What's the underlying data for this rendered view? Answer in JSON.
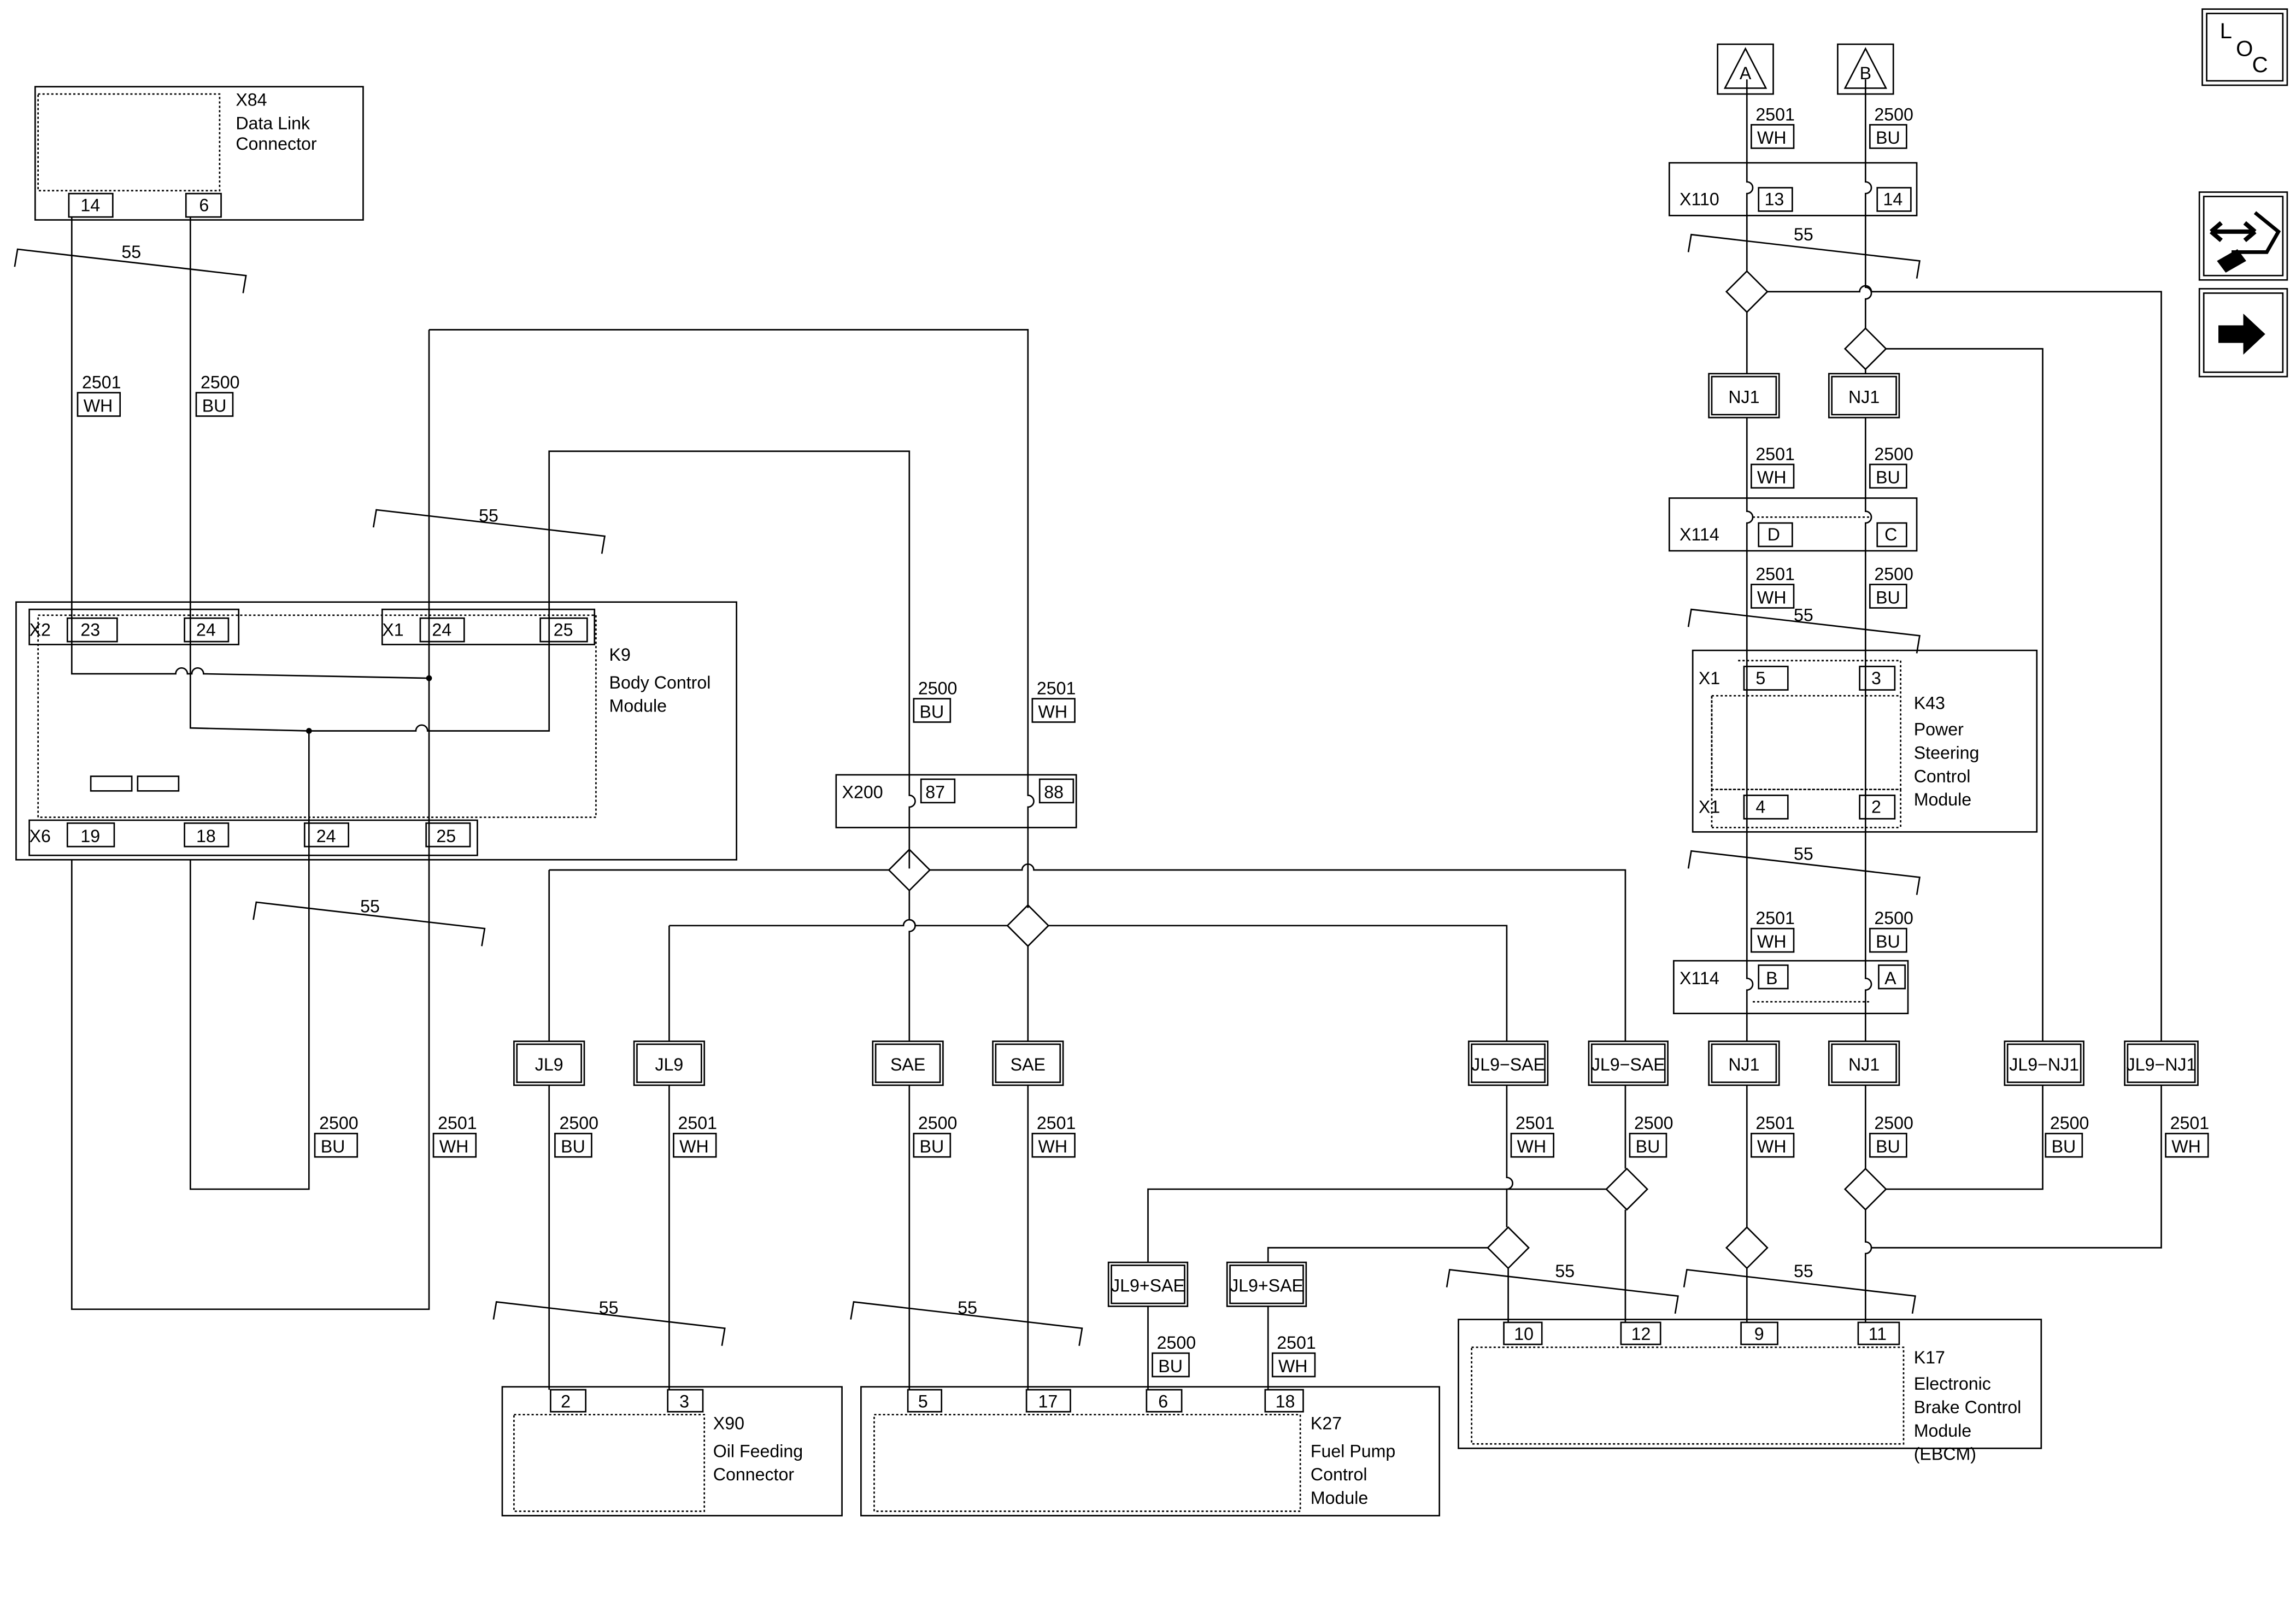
{
  "modules": {
    "x84": {
      "id": "X84",
      "line1": "Data Link",
      "line2": "Connector"
    },
    "k9": {
      "id": "K9",
      "line1": "Body Control",
      "line2": "Module"
    },
    "k43": {
      "id": "K43",
      "line1": "Power",
      "line2": "Steering",
      "line3": "Control",
      "line4": "Module"
    },
    "k17": {
      "id": "K17",
      "line1": "Electronic",
      "line2": "Brake Control",
      "line3": "Module",
      "line4": "(EBCM)"
    },
    "x90": {
      "id": "X90",
      "line1": "Oil Feeding",
      "line2": "Connector"
    },
    "k27": {
      "id": "K27",
      "line1": "Fuel Pump",
      "line2": "Control",
      "line3": "Module"
    }
  },
  "connectors": {
    "x2": "X2",
    "x1": "X1",
    "x6": "X6",
    "x200": "X200",
    "x110": "X110",
    "x114": "X114"
  },
  "pins": {
    "p14": "14",
    "p6": "6",
    "p23": "23",
    "p24": "24",
    "p25": "25",
    "p19": "19",
    "p18": "18",
    "p87": "87",
    "p88": "88",
    "p13": "13",
    "pD": "D",
    "pC": "C",
    "p5": "5",
    "p3": "3",
    "p4": "4",
    "p2": "2",
    "pB": "B",
    "pA": "A",
    "p10": "10",
    "p12": "12",
    "p9": "9",
    "p11": "11",
    "p17": "17"
  },
  "circuits": {
    "c2500": "2500",
    "c2501": "2501",
    "bu": "BU",
    "wh": "WH"
  },
  "options": {
    "jl9": "JL9",
    "sae": "SAE",
    "nj1": "NJ1",
    "jl9_sae": "JL9−SAE",
    "jl9_nj1": "JL9−NJ1",
    "jl9_plus_sae": "JL9+SAE"
  },
  "ground_ref": "55",
  "refs": {
    "a": "A",
    "b": "B"
  },
  "loc_icon": {
    "l": "L",
    "o": "O",
    "c": "C"
  },
  "icons": [
    "loc-icon",
    "connector-end-view-icon",
    "next-page-arrow-icon"
  ]
}
